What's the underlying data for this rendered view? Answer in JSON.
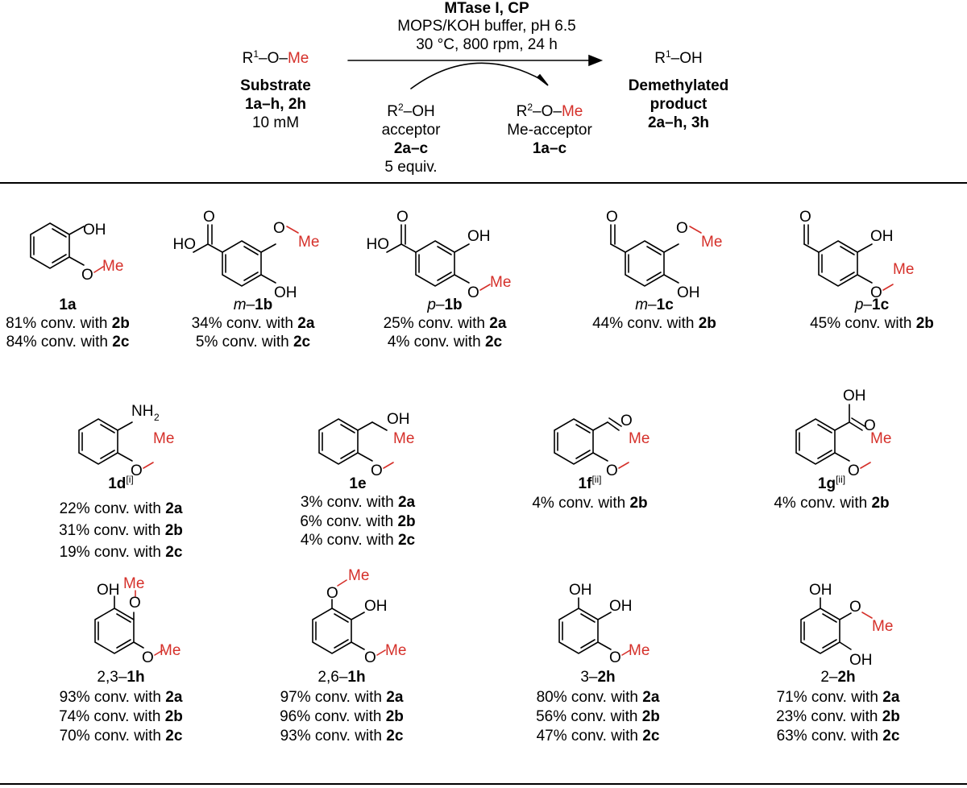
{
  "scheme": {
    "substrate_r1": "R",
    "substrate_o": "O",
    "me": "Me",
    "substrate_label": "Substrate",
    "substrate_ids": "1a–h, 2h",
    "substrate_conc": "10 mM",
    "catalyst": "MTase I, CP",
    "buffer": "MOPS/KOH  buffer, pH 6.5",
    "conditions": "30 °C, 800 rpm, 24 h",
    "acceptor_formula": "R",
    "acceptor_label": "acceptor",
    "acceptor_ids": "2a–c",
    "acceptor_equiv": "5 equiv.",
    "me_acceptor_label": "Me-acceptor",
    "me_acceptor_ids": "1a–c",
    "product_formula": "R",
    "product_label_1": "Demethylated",
    "product_label_2": "product",
    "product_ids": "2a–h, 3h"
  },
  "compounds": [
    {
      "prefix": "",
      "id": "1a",
      "note": "",
      "conversions": [
        {
          "text": "81% conv. with ",
          "acc": "2b"
        },
        {
          "text": "84% conv. with ",
          "acc": "2c"
        }
      ]
    },
    {
      "prefix": "m",
      "id": "1b",
      "note": "",
      "conversions": [
        {
          "text": "34% conv. with ",
          "acc": "2a"
        },
        {
          "text": "5% conv. with ",
          "acc": "2c"
        }
      ]
    },
    {
      "prefix": "p",
      "id": "1b",
      "note": "",
      "conversions": [
        {
          "text": "25% conv. with ",
          "acc": "2a"
        },
        {
          "text": "4% conv. with ",
          "acc": "2c"
        }
      ]
    },
    {
      "prefix": "m",
      "id": "1c",
      "note": "",
      "conversions": [
        {
          "text": "44% conv.  with ",
          "acc": "2b"
        }
      ]
    },
    {
      "prefix": "p",
      "id": "1c",
      "note": "",
      "conversions": [
        {
          "text": "45% conv. with ",
          "acc": "2b"
        }
      ]
    },
    {
      "prefix": "",
      "id": "1d",
      "note": "[i]",
      "conversions": [
        {
          "text": "22% conv. with ",
          "acc": "2a"
        },
        {
          "text": "31% conv. with ",
          "acc": "2b"
        },
        {
          "text": "19% conv. with ",
          "acc": "2c"
        }
      ]
    },
    {
      "prefix": "",
      "id": "1e",
      "note": "",
      "conversions": [
        {
          "text": "3% conv. with ",
          "acc": "2a"
        },
        {
          "text": "6% conv. with ",
          "acc": "2b"
        },
        {
          "text": "4% conv. with ",
          "acc": "2c"
        }
      ]
    },
    {
      "prefix": "",
      "id": "1f",
      "note": "[ii]",
      "conversions": [
        {
          "text": "4% conv. with ",
          "acc": "2b"
        }
      ]
    },
    {
      "prefix": "",
      "id": "1g",
      "note": "[ii]",
      "conversions": [
        {
          "text": "4% conv. with ",
          "acc": "2b"
        }
      ]
    },
    {
      "prefix": "2,3–",
      "id": "1h",
      "note": "",
      "conversions": [
        {
          "text": "93% conv. with ",
          "acc": "2a"
        },
        {
          "text": "74% conv. with ",
          "acc": "2b"
        },
        {
          "text": "70% conv. with ",
          "acc": "2c"
        }
      ]
    },
    {
      "prefix": "2,6–",
      "id": "1h",
      "note": "",
      "conversions": [
        {
          "text": "97% conv. with ",
          "acc": "2a"
        },
        {
          "text": "96% conv. with ",
          "acc": "2b"
        },
        {
          "text": "93% conv. with ",
          "acc": "2c"
        }
      ]
    },
    {
      "prefix": "3–",
      "id": "2h",
      "note": "",
      "conversions": [
        {
          "text": "80% conv. with ",
          "acc": "2a"
        },
        {
          "text": "56% conv. with ",
          "acc": "2b"
        },
        {
          "text": "47% conv. with ",
          "acc": "2c"
        }
      ]
    },
    {
      "prefix": "2–",
      "id": "2h",
      "note": "",
      "conversions": [
        {
          "text": "71% conv. with ",
          "acc": "2a"
        },
        {
          "text": "23% conv. with ",
          "acc": "2b"
        },
        {
          "text": "63% conv. with ",
          "acc": "2c"
        }
      ]
    }
  ],
  "atoms": {
    "OH": "OH",
    "HO": "HO",
    "O": "O",
    "Me": "Me",
    "NH": "NH",
    "sub2": "2",
    "sub1": "1"
  },
  "colors": {
    "methyl": "#d5302a",
    "text": "#000000"
  }
}
